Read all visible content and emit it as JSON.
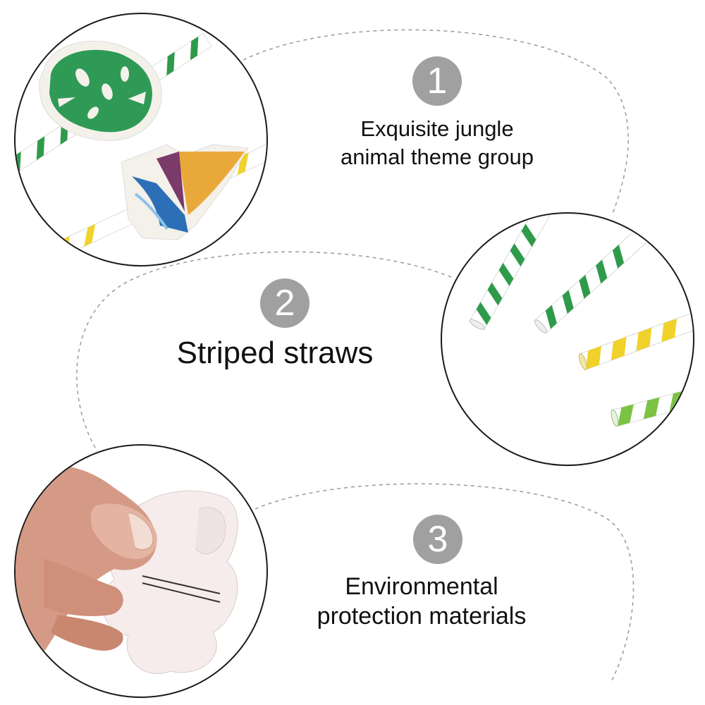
{
  "features": [
    {
      "number": "1",
      "line1": "Exquisite jungle",
      "line2": "animal theme group"
    },
    {
      "number": "2",
      "line1": "Striped straws"
    },
    {
      "number": "3",
      "line1": "Environmental",
      "line2": "protection materials"
    }
  ],
  "colors": {
    "badge": "#a0a0a0",
    "dashed_line": "#9a9a9a",
    "circle_border": "#1a1a1a",
    "straw_green": "#2e9b4a",
    "straw_yellow": "#f0d22a",
    "straw_lime": "#7cc243",
    "leaf_green": "#2f9a55"
  },
  "icons": {
    "photo1": "monstera-leaf-and-sailboat-straw-toppers",
    "photo2": "striped-paper-straws",
    "photo3": "hand-holding-flower-topper"
  }
}
